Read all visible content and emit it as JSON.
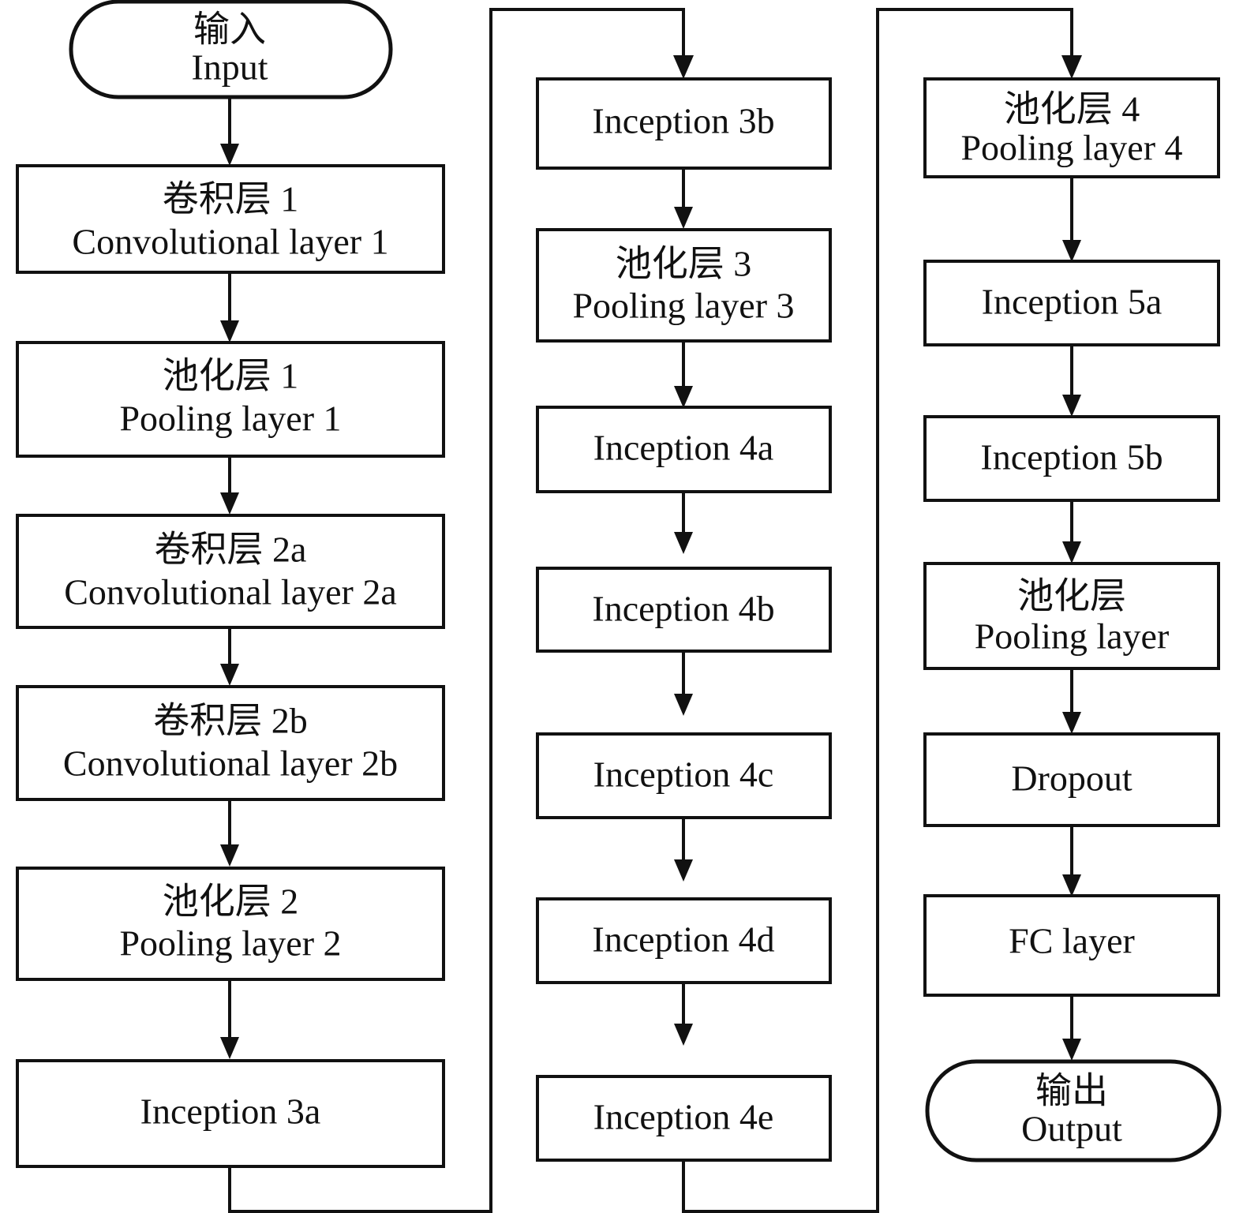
{
  "diagram": {
    "title_visible": false,
    "type": "flowchart",
    "orientation": "three-column-serpentine",
    "stroke_color": "#111111",
    "fill_color": "#ffffff",
    "background": "#ffffff"
  },
  "columns": [
    {
      "id": "column-1",
      "nodes": [
        {
          "id": "input",
          "shape": "pill",
          "cn": "输入",
          "en": "Input"
        },
        {
          "id": "conv1",
          "shape": "rect",
          "cn": "卷积层 1",
          "en": "Convolutional layer 1"
        },
        {
          "id": "pool1",
          "shape": "rect",
          "cn": "池化层 1",
          "en": "Pooling layer 1"
        },
        {
          "id": "conv2a",
          "shape": "rect",
          "cn": "卷积层 2a",
          "en": "Convolutional layer 2a"
        },
        {
          "id": "conv2b",
          "shape": "rect",
          "cn": "卷积层 2b",
          "en": "Convolutional layer 2b"
        },
        {
          "id": "pool2",
          "shape": "rect",
          "cn": "池化层 2",
          "en": "Pooling layer 2"
        },
        {
          "id": "inception3a",
          "shape": "rect",
          "cn": "",
          "en": "Inception 3a"
        }
      ]
    },
    {
      "id": "column-2",
      "nodes": [
        {
          "id": "inception3b",
          "shape": "rect",
          "cn": "",
          "en": "Inception 3b"
        },
        {
          "id": "pool3",
          "shape": "rect",
          "cn": "池化层 3",
          "en": "Pooling layer 3"
        },
        {
          "id": "inception4a",
          "shape": "rect",
          "cn": "",
          "en": "Inception 4a"
        },
        {
          "id": "inception4b",
          "shape": "rect",
          "cn": "",
          "en": "Inception 4b"
        },
        {
          "id": "inception4c",
          "shape": "rect",
          "cn": "",
          "en": "Inception 4c"
        },
        {
          "id": "inception4d",
          "shape": "rect",
          "cn": "",
          "en": "Inception 4d"
        },
        {
          "id": "inception4e",
          "shape": "rect",
          "cn": "",
          "en": "Inception 4e"
        }
      ]
    },
    {
      "id": "column-3",
      "nodes": [
        {
          "id": "pool4",
          "shape": "rect",
          "cn": "池化层 4",
          "en": "Pooling layer 4"
        },
        {
          "id": "inception5a",
          "shape": "rect",
          "cn": "",
          "en": "Inception 5a"
        },
        {
          "id": "inception5b",
          "shape": "rect",
          "cn": "",
          "en": "Inception 5b"
        },
        {
          "id": "pool5",
          "shape": "rect",
          "cn": "池化层",
          "en": "Pooling layer"
        },
        {
          "id": "dropout",
          "shape": "rect",
          "cn": "",
          "en": "Dropout"
        },
        {
          "id": "fc",
          "shape": "rect",
          "cn": "",
          "en": "FC layer"
        },
        {
          "id": "output",
          "shape": "pill",
          "cn": "输出",
          "en": "Output"
        }
      ]
    }
  ],
  "edges": [
    {
      "from": "input",
      "to": "conv1",
      "kind": "straight-down"
    },
    {
      "from": "conv1",
      "to": "pool1",
      "kind": "straight-down"
    },
    {
      "from": "pool1",
      "to": "conv2a",
      "kind": "straight-down"
    },
    {
      "from": "conv2a",
      "to": "conv2b",
      "kind": "straight-down"
    },
    {
      "from": "conv2b",
      "to": "pool2",
      "kind": "straight-down"
    },
    {
      "from": "pool2",
      "to": "inception3a",
      "kind": "straight-down"
    },
    {
      "from": "inception3a",
      "to": "inception3b",
      "kind": "wrap-to-next-column"
    },
    {
      "from": "inception3b",
      "to": "pool3",
      "kind": "straight-down"
    },
    {
      "from": "pool3",
      "to": "inception4a",
      "kind": "straight-down"
    },
    {
      "from": "inception4a",
      "to": "inception4b",
      "kind": "straight-down"
    },
    {
      "from": "inception4b",
      "to": "inception4c",
      "kind": "straight-down"
    },
    {
      "from": "inception4c",
      "to": "inception4d",
      "kind": "straight-down"
    },
    {
      "from": "inception4d",
      "to": "inception4e",
      "kind": "straight-down"
    },
    {
      "from": "inception4e",
      "to": "pool4",
      "kind": "wrap-to-next-column"
    },
    {
      "from": "pool4",
      "to": "inception5a",
      "kind": "straight-down"
    },
    {
      "from": "inception5a",
      "to": "inception5b",
      "kind": "straight-down"
    },
    {
      "from": "inception5b",
      "to": "pool5",
      "kind": "straight-down"
    },
    {
      "from": "pool5",
      "to": "dropout",
      "kind": "straight-down"
    },
    {
      "from": "dropout",
      "to": "fc",
      "kind": "straight-down"
    },
    {
      "from": "fc",
      "to": "output",
      "kind": "straight-down"
    }
  ]
}
